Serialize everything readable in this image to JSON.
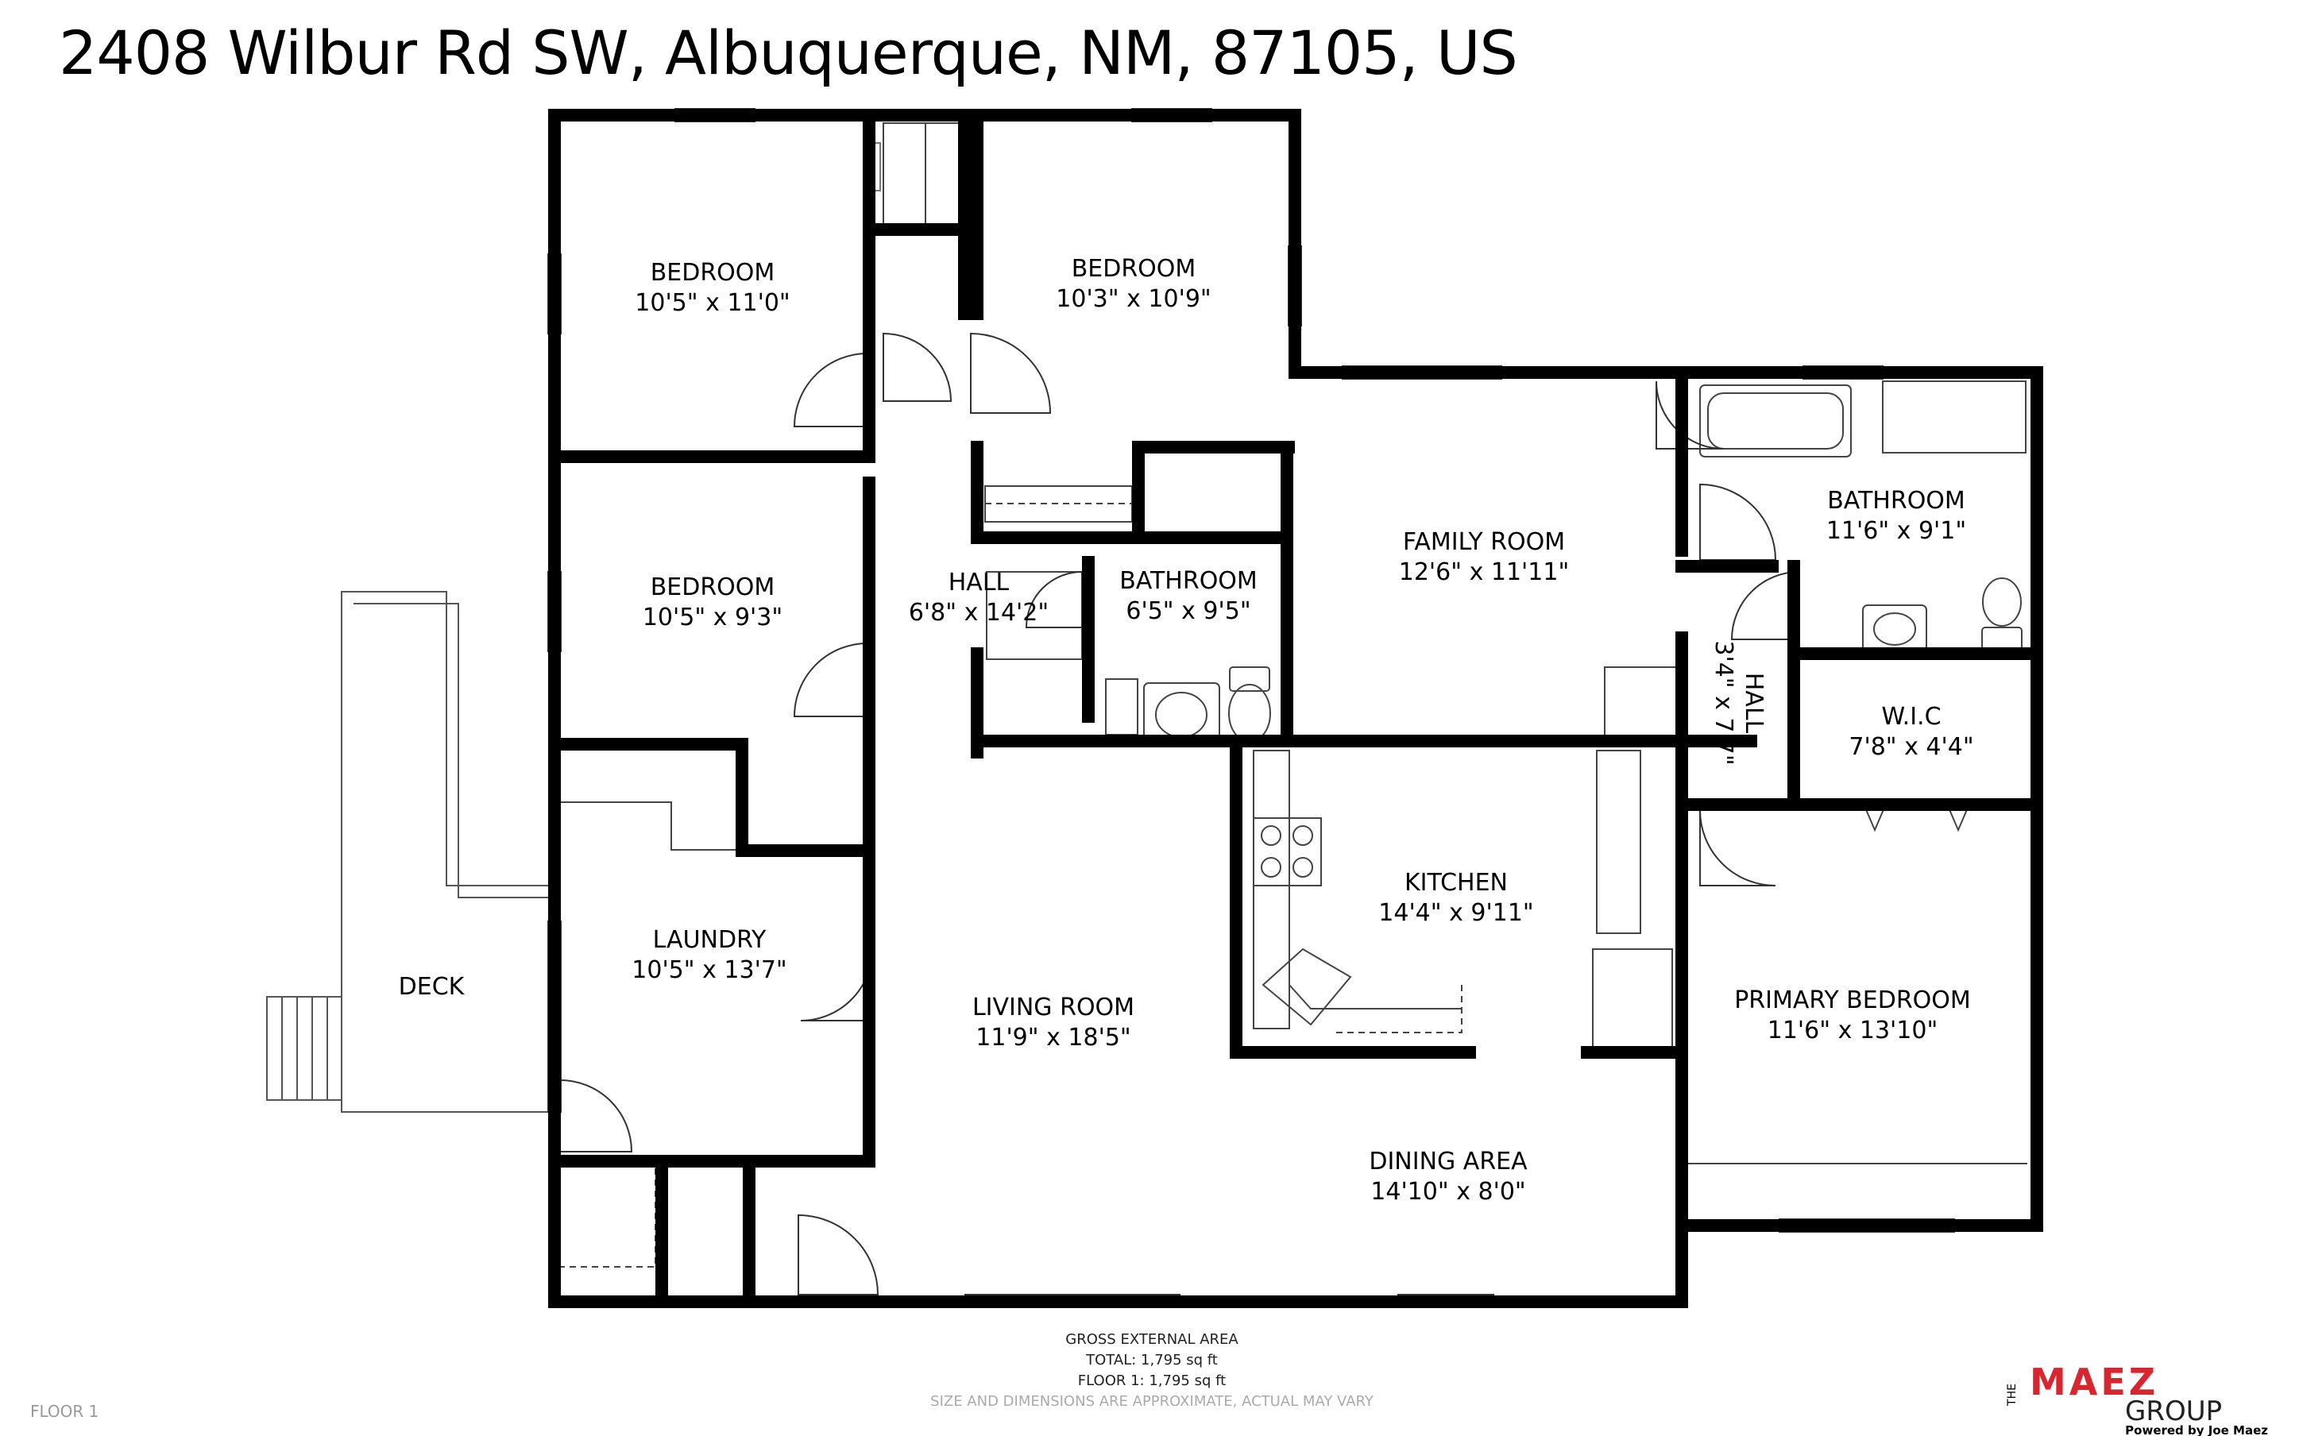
{
  "address": "2408 Wilbur Rd SW, Albuquerque, NM, 87105, US",
  "rooms": [
    {
      "name": "BEDROOM",
      "dims": "10'5\" x 11'0\""
    },
    {
      "name": "BEDROOM",
      "dims": "10'3\" x 10'9\""
    },
    {
      "name": "BEDROOM",
      "dims": "10'5\" x 9'3\""
    },
    {
      "name": "HALL",
      "dims": "6'8\" x 14'2\""
    },
    {
      "name": "BATHROOM",
      "dims": "6'5\" x 9'5\""
    },
    {
      "name": "FAMILY ROOM",
      "dims": "12'6\" x 11'11\""
    },
    {
      "name": "BATHROOM",
      "dims": "11'6\" x 9'1\""
    },
    {
      "name": "HALL",
      "dims": "3'4\" x 7'7\""
    },
    {
      "name": "W.I.C",
      "dims": "7'8\" x 4'4\""
    },
    {
      "name": "LAUNDRY",
      "dims": "10'5\" x 13'7\""
    },
    {
      "name": "KITCHEN",
      "dims": "14'4\" x 9'11\""
    },
    {
      "name": "LIVING ROOM",
      "dims": "11'9\" x 18'5\""
    },
    {
      "name": "PRIMARY BEDROOM",
      "dims": "11'6\" x 13'10\""
    },
    {
      "name": "DINING AREA",
      "dims": "14'10\" x 8'0\""
    }
  ],
  "deck": "DECK",
  "footer": {
    "area_title": "GROSS EXTERNAL AREA",
    "total": "TOTAL: 1,795 sq ft",
    "floor1": "FLOOR 1: 1,795 sq ft",
    "disclaimer": "SIZE AND DIMENSIONS ARE APPROXIMATE, ACTUAL MAY VARY",
    "floor_label": "FLOOR 1"
  },
  "logo": {
    "the": "THE",
    "maez": "MAEZ",
    "group": "GROUP",
    "powered": "Powered by Joe Maez",
    "accent_color": "#d7262e"
  },
  "colors": {
    "wall": "#000000",
    "line": "#333333"
  }
}
